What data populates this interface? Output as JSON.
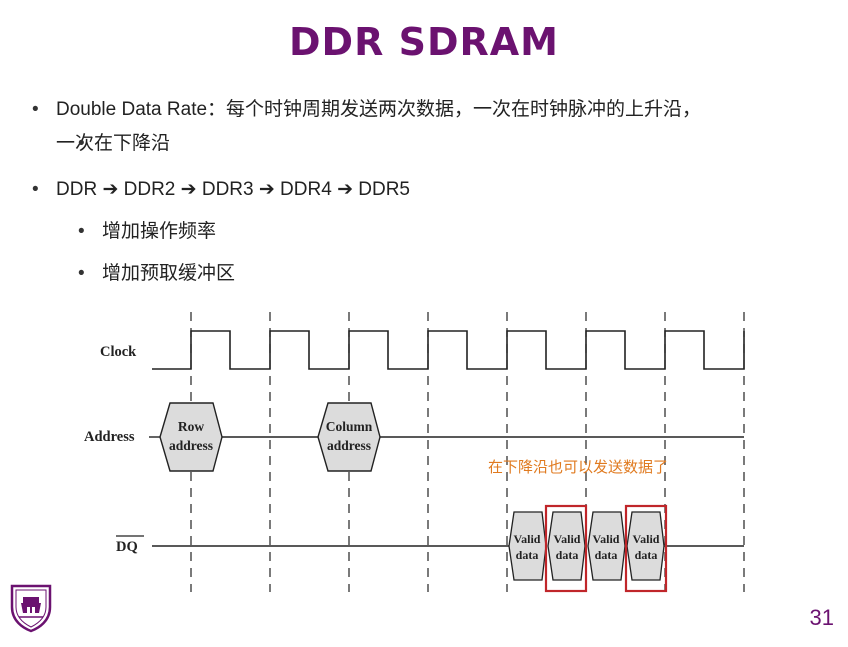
{
  "title": "DDR SDRAM",
  "bullets": [
    {
      "text": "Double Data Rate：每个时钟周期发送两次数据，一次在时钟脉冲的上升沿，"
    },
    {
      "text": "一次在下降沿"
    },
    {
      "text": "DDR ➔ DDR2 ➔ DDR3 ➔ DDR4 ➔ DDR5"
    }
  ],
  "sub_bullets": [
    {
      "text": "增加操作频率"
    },
    {
      "text": "增加预取缓冲区"
    }
  ],
  "diagram": {
    "signals": {
      "clock": "Clock",
      "address": "Address",
      "dq": "DQ"
    },
    "row_address": [
      "Row",
      "address"
    ],
    "column_address": [
      "Column",
      "address"
    ],
    "valid_data": [
      "Valid",
      "data"
    ],
    "annotation": "在下降沿也可以发送数据了",
    "annotation_color": "#e07a1f",
    "highlight_color": "#c0262a"
  },
  "page_number": "31",
  "colors": {
    "title": "#6b1270",
    "box_fill": "#dcdcdc"
  }
}
